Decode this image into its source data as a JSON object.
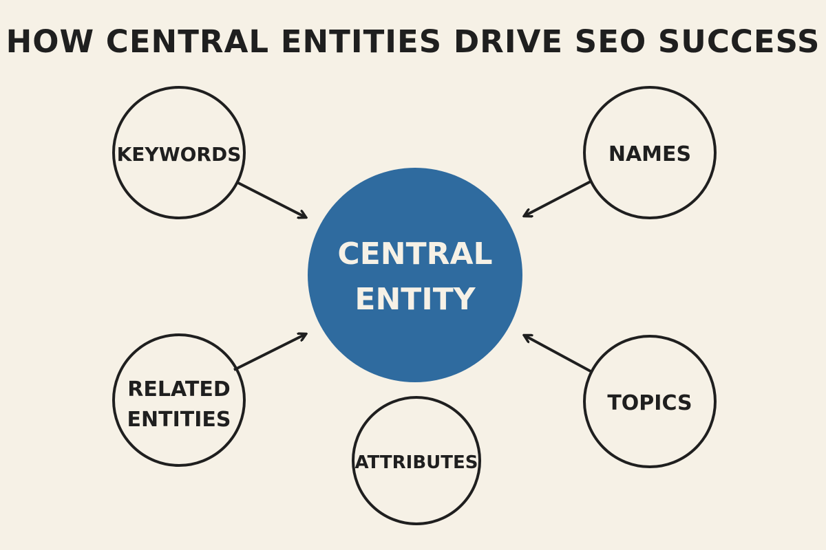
{
  "title": "HOW CENTRAL ENTITIES DRIVE SEO SUCCESS",
  "center_node": {
    "lines": [
      "CENTRAL",
      "ENTITY"
    ],
    "color": "#2f6b9f"
  },
  "nodes": {
    "keywords": {
      "lines": [
        "KEYWORDS"
      ]
    },
    "names": {
      "lines": [
        "NAMES"
      ]
    },
    "related_entities": {
      "lines": [
        "RELATED",
        "ENTITIES"
      ]
    },
    "topics": {
      "lines": [
        "TOPICS"
      ]
    },
    "attributes": {
      "lines": [
        "ATTRIBUTES"
      ]
    }
  },
  "colors": {
    "background": "#f6f1e6",
    "ink": "#1f1f1f",
    "accent": "#2f6b9f"
  }
}
